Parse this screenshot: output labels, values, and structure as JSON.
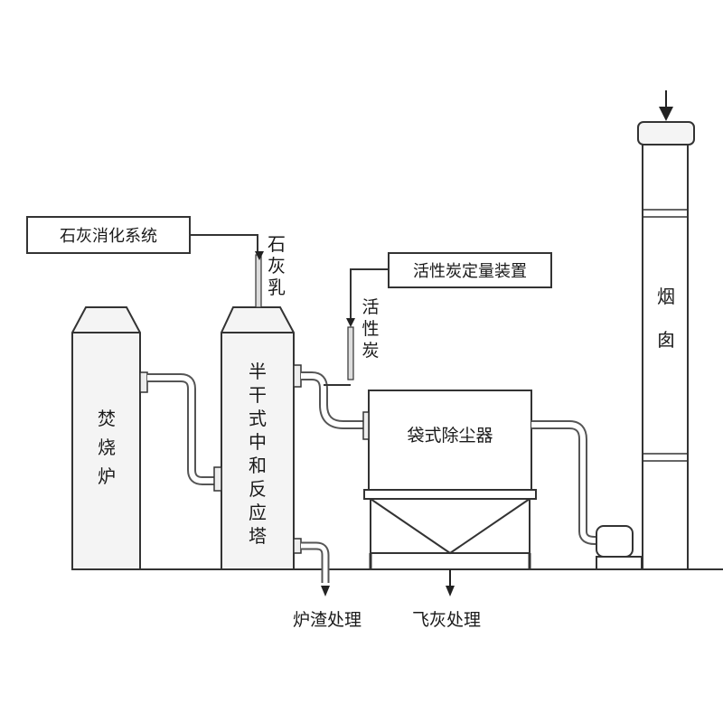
{
  "labels": {
    "lime_slaking_system": "石灰消化系统",
    "lime_milk": "石灰乳",
    "activated_carbon_dosing": "活性炭定量装置",
    "activated_carbon": "活性炭",
    "incinerator": "焚烧炉",
    "semi_dry_reactor": "半干式中和反应塔",
    "bag_filter": "袋式除尘器",
    "chimney": "烟囱",
    "slag_treatment": "炉渣处理",
    "fly_ash_treatment": "飞灰处理"
  }
}
